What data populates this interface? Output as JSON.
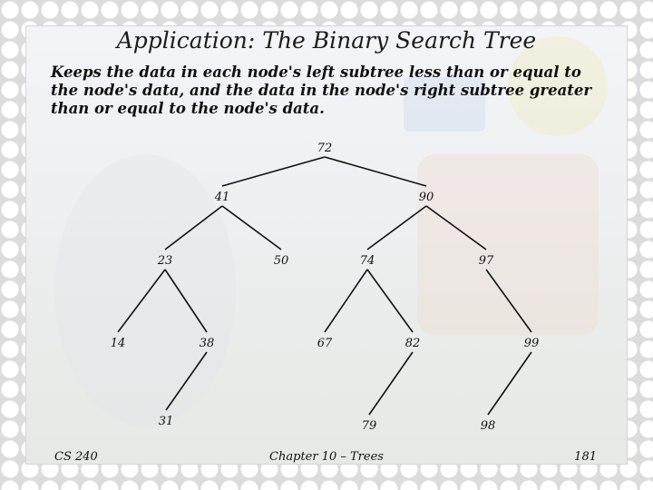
{
  "slide": {
    "title": "Application: The Binary Search Tree",
    "description": "Keeps the data in each node's left subtree less than or equal to the node's data, and the data in the node's right subtree greater than or equal to the node's data."
  },
  "tree": {
    "nodes": [
      {
        "id": "n72",
        "value": "72"
      },
      {
        "id": "n41",
        "value": "41"
      },
      {
        "id": "n90",
        "value": "90"
      },
      {
        "id": "n23",
        "value": "23"
      },
      {
        "id": "n50",
        "value": "50"
      },
      {
        "id": "n74",
        "value": "74"
      },
      {
        "id": "n97",
        "value": "97"
      },
      {
        "id": "n14",
        "value": "14"
      },
      {
        "id": "n38",
        "value": "38"
      },
      {
        "id": "n67",
        "value": "67"
      },
      {
        "id": "n82",
        "value": "82"
      },
      {
        "id": "n99",
        "value": "99"
      },
      {
        "id": "n31",
        "value": "31"
      },
      {
        "id": "n79",
        "value": "79"
      },
      {
        "id": "n98",
        "value": "98"
      }
    ],
    "edges": [
      [
        "n72",
        "n41"
      ],
      [
        "n72",
        "n90"
      ],
      [
        "n41",
        "n23"
      ],
      [
        "n41",
        "n50"
      ],
      [
        "n90",
        "n74"
      ],
      [
        "n90",
        "n97"
      ],
      [
        "n23",
        "n14"
      ],
      [
        "n23",
        "n38"
      ],
      [
        "n38",
        "n31"
      ],
      [
        "n74",
        "n67"
      ],
      [
        "n74",
        "n82"
      ],
      [
        "n82",
        "n79"
      ],
      [
        "n97",
        "n99"
      ],
      [
        "n99",
        "n98"
      ]
    ]
  },
  "footer": {
    "course": "CS 240",
    "chapter": "Chapter 10 – Trees",
    "page": "181"
  }
}
